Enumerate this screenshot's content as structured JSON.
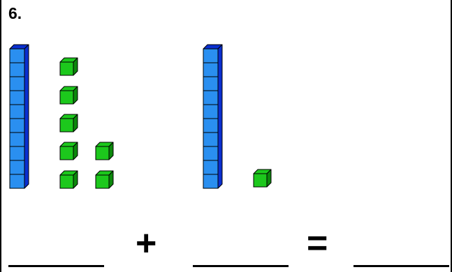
{
  "problem": {
    "number": "6."
  },
  "operators": {
    "plus": "+",
    "equals": "="
  },
  "colors": {
    "ten_rod_face": "#2a8ff0",
    "ten_rod_side": "#0a2fd0",
    "unit_cube_face": "#1cc81c",
    "unit_cube_side": "#0c880c",
    "outline": "#000000"
  },
  "groups": [
    {
      "name": "left-group",
      "tens": 1,
      "ones": 7
    },
    {
      "name": "right-group",
      "tens": 1,
      "ones": 1
    }
  ],
  "answer_blanks": 3
}
